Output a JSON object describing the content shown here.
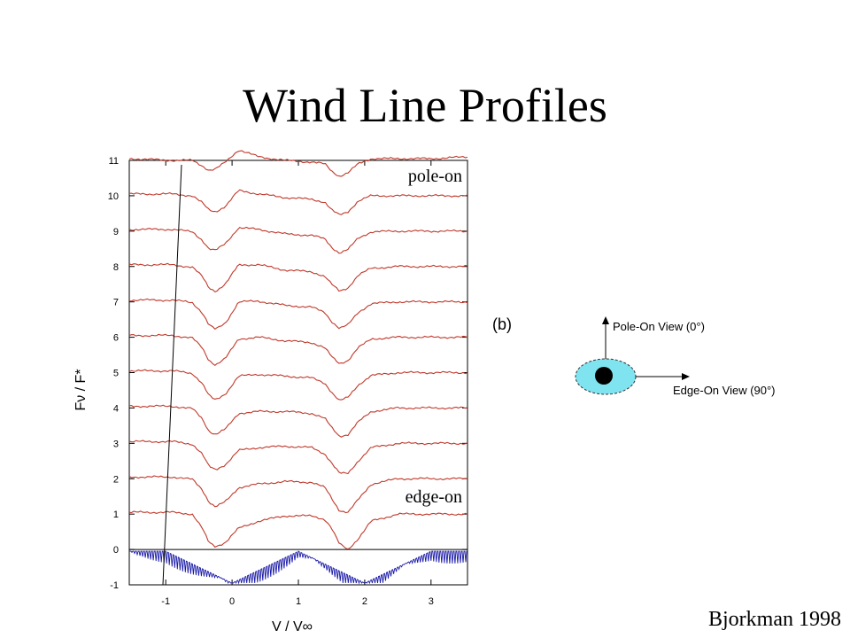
{
  "slide": {
    "title": "Wind Line Profiles",
    "credit": "Bjorkman 1998"
  },
  "chart_data": {
    "type": "line",
    "xlabel": "V / V∞",
    "ylabel": "Fν / F*",
    "xlim": [
      -1.55,
      3.55
    ],
    "ylim": [
      -1.0,
      11.0
    ],
    "xticks": [
      -1,
      0,
      1,
      2,
      3
    ],
    "yticks": [
      -1,
      0,
      1,
      2,
      3,
      4,
      5,
      6,
      7,
      8,
      9,
      10,
      11
    ],
    "grid": false,
    "annotations": {
      "top": "pole-on",
      "bottom": "edge-on"
    },
    "series_color": "#c0392b",
    "reference_color": "#1a1aa8",
    "series": [
      {
        "offset": 0,
        "x": [
          -1.55,
          -0.9,
          -0.6,
          -0.45,
          -0.35,
          -0.25,
          -0.1,
          0.1,
          0.4,
          0.8,
          1.2,
          1.4,
          1.5,
          1.62,
          1.75,
          1.9,
          2.1,
          2.5,
          3.0,
          3.55
        ],
        "y": [
          1.05,
          1.05,
          1.0,
          0.6,
          0.2,
          0.08,
          0.2,
          0.6,
          0.8,
          0.95,
          0.95,
          0.85,
          0.6,
          0.15,
          0.0,
          0.3,
          0.8,
          1.0,
          1.0,
          1.0
        ]
      },
      {
        "offset": 1,
        "x": [
          -1.55,
          -0.9,
          -0.6,
          -0.45,
          -0.35,
          -0.25,
          -0.1,
          0.1,
          0.4,
          0.8,
          1.2,
          1.4,
          1.5,
          1.62,
          1.75,
          1.9,
          2.1,
          2.5,
          3.0,
          3.55
        ],
        "y": [
          1.05,
          1.05,
          0.98,
          0.7,
          0.35,
          0.2,
          0.35,
          0.75,
          0.85,
          0.92,
          0.9,
          0.75,
          0.45,
          0.1,
          0.05,
          0.4,
          0.85,
          1.0,
          1.0,
          1.0
        ]
      },
      {
        "offset": 2,
        "x": [
          -1.55,
          -0.9,
          -0.6,
          -0.45,
          -0.35,
          -0.25,
          -0.1,
          0.1,
          0.4,
          0.8,
          1.2,
          1.4,
          1.5,
          1.62,
          1.75,
          1.9,
          2.1,
          2.5,
          3.0,
          3.55
        ],
        "y": [
          1.05,
          1.05,
          0.98,
          0.7,
          0.35,
          0.25,
          0.4,
          0.8,
          0.88,
          0.92,
          0.88,
          0.7,
          0.45,
          0.15,
          0.15,
          0.5,
          0.88,
          1.0,
          1.0,
          1.0
        ]
      },
      {
        "offset": 3,
        "x": [
          -1.55,
          -0.9,
          -0.6,
          -0.45,
          -0.35,
          -0.25,
          -0.1,
          0.1,
          0.4,
          0.8,
          1.2,
          1.4,
          1.5,
          1.62,
          1.75,
          1.9,
          2.1,
          2.5,
          3.0,
          3.55
        ],
        "y": [
          1.05,
          1.05,
          0.98,
          0.7,
          0.35,
          0.25,
          0.4,
          0.85,
          0.9,
          0.9,
          0.85,
          0.7,
          0.45,
          0.2,
          0.25,
          0.6,
          0.9,
          1.0,
          1.0,
          1.0
        ]
      },
      {
        "offset": 4,
        "x": [
          -1.55,
          -0.9,
          -0.6,
          -0.45,
          -0.35,
          -0.25,
          -0.1,
          0.1,
          0.4,
          0.8,
          1.2,
          1.4,
          1.5,
          1.62,
          1.75,
          1.9,
          2.1,
          2.5,
          3.0,
          3.55
        ],
        "y": [
          1.05,
          1.05,
          0.98,
          0.7,
          0.35,
          0.22,
          0.4,
          0.9,
          0.95,
          0.9,
          0.85,
          0.7,
          0.45,
          0.2,
          0.3,
          0.65,
          0.92,
          1.0,
          1.0,
          1.0
        ]
      },
      {
        "offset": 5,
        "x": [
          -1.55,
          -0.9,
          -0.6,
          -0.45,
          -0.35,
          -0.25,
          -0.1,
          0.1,
          0.4,
          0.8,
          1.2,
          1.4,
          1.5,
          1.62,
          1.75,
          1.9,
          2.1,
          2.5,
          3.0,
          3.55
        ],
        "y": [
          1.05,
          1.05,
          0.98,
          0.7,
          0.35,
          0.22,
          0.4,
          0.95,
          1.0,
          0.9,
          0.85,
          0.7,
          0.45,
          0.25,
          0.35,
          0.7,
          0.95,
          1.0,
          1.0,
          1.0
        ]
      },
      {
        "offset": 6,
        "x": [
          -1.55,
          -0.9,
          -0.6,
          -0.45,
          -0.35,
          -0.25,
          -0.1,
          0.1,
          0.4,
          0.8,
          1.2,
          1.4,
          1.5,
          1.62,
          1.75,
          1.9,
          2.1,
          2.5,
          3.0,
          3.55
        ],
        "y": [
          1.05,
          1.05,
          0.98,
          0.7,
          0.35,
          0.22,
          0.4,
          1.0,
          1.02,
          0.9,
          0.85,
          0.7,
          0.45,
          0.25,
          0.35,
          0.7,
          0.95,
          1.0,
          1.0,
          1.0
        ]
      },
      {
        "offset": 7,
        "x": [
          -1.55,
          -0.9,
          -0.6,
          -0.45,
          -0.35,
          -0.25,
          -0.1,
          0.1,
          0.4,
          0.8,
          1.2,
          1.4,
          1.5,
          1.62,
          1.75,
          1.9,
          2.1,
          2.5,
          3.0,
          3.55
        ],
        "y": [
          1.05,
          1.05,
          0.98,
          0.72,
          0.4,
          0.3,
          0.5,
          1.05,
          1.05,
          0.9,
          0.85,
          0.72,
          0.5,
          0.3,
          0.4,
          0.75,
          0.95,
          1.0,
          1.0,
          1.0
        ]
      },
      {
        "offset": 8,
        "x": [
          -1.55,
          -0.9,
          -0.6,
          -0.45,
          -0.35,
          -0.25,
          -0.1,
          0.1,
          0.4,
          0.8,
          1.2,
          1.4,
          1.5,
          1.62,
          1.75,
          1.9,
          2.1,
          2.5,
          3.0,
          3.55
        ],
        "y": [
          1.05,
          1.05,
          0.98,
          0.75,
          0.5,
          0.45,
          0.65,
          1.1,
          1.05,
          0.92,
          0.88,
          0.78,
          0.55,
          0.38,
          0.48,
          0.8,
          0.98,
          1.0,
          1.0,
          1.0
        ]
      },
      {
        "offset": 9,
        "x": [
          -1.55,
          -0.9,
          -0.6,
          -0.45,
          -0.35,
          -0.25,
          -0.1,
          0.1,
          0.4,
          0.8,
          1.2,
          1.4,
          1.5,
          1.62,
          1.75,
          1.9,
          2.1,
          2.5,
          3.0,
          3.55
        ],
        "y": [
          1.05,
          1.05,
          1.0,
          0.8,
          0.6,
          0.55,
          0.7,
          1.15,
          1.05,
          0.95,
          0.9,
          0.82,
          0.6,
          0.45,
          0.55,
          0.85,
          1.0,
          1.0,
          1.0,
          1.0
        ]
      },
      {
        "offset": 10,
        "x": [
          -1.55,
          -0.9,
          -0.6,
          -0.45,
          -0.35,
          -0.25,
          -0.1,
          0.1,
          0.4,
          0.8,
          1.2,
          1.4,
          1.5,
          1.62,
          1.75,
          1.9,
          2.1,
          2.5,
          3.0,
          3.55
        ],
        "y": [
          1.05,
          1.0,
          1.0,
          0.85,
          0.72,
          0.75,
          0.95,
          1.3,
          1.1,
          1.0,
          0.95,
          0.9,
          0.7,
          0.55,
          0.65,
          0.9,
          1.05,
          1.05,
          1.05,
          1.1
        ]
      }
    ]
  },
  "inset": {
    "label": "(b)",
    "pole_label": "Pole-On View (0°)",
    "edge_label": "Edge-On View (90°)",
    "disk_color": "#7fe3f0"
  }
}
